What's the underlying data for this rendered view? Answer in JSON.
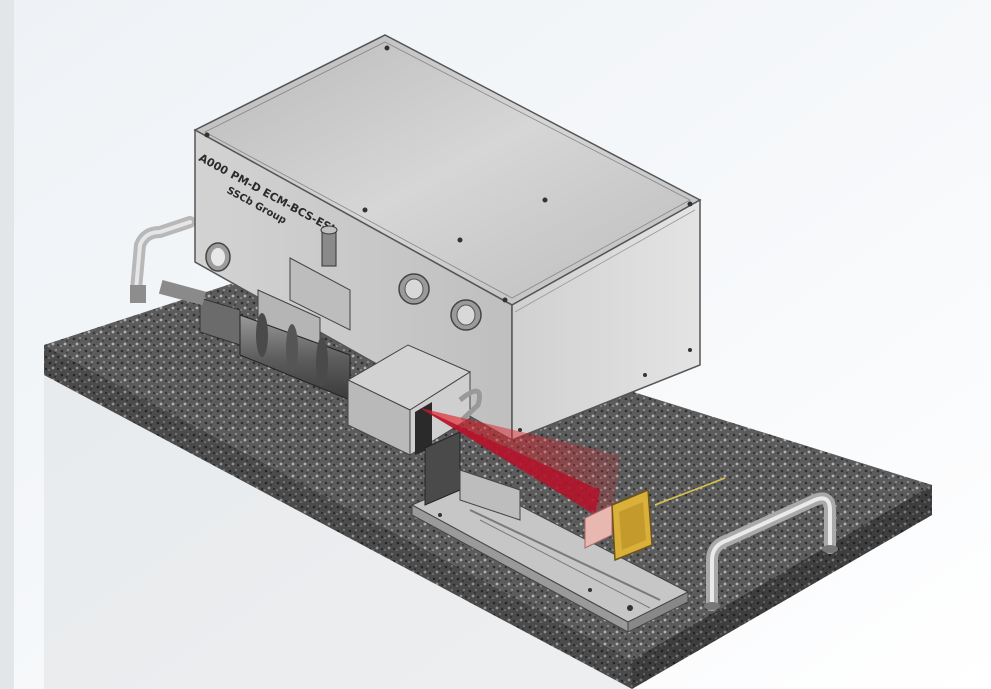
{
  "image": {
    "subject": "CAD rendering of an optical measurement instrument on a granite base",
    "front_plate_text": {
      "line1": "A000",
      "line2": "PM-D ECM-BCS-ESL",
      "line3": "SSCb Group"
    },
    "colors": {
      "background": "#f4f7fa",
      "enclosure": "#c9c9c9",
      "granite": "#5a5a5a",
      "laser_beam": "#e0202a",
      "detector": "#d9b03a"
    },
    "icons": [
      "laser-beam-icon",
      "detector-icon",
      "handle-icon",
      "knob-icon",
      "camera-icon"
    ]
  }
}
